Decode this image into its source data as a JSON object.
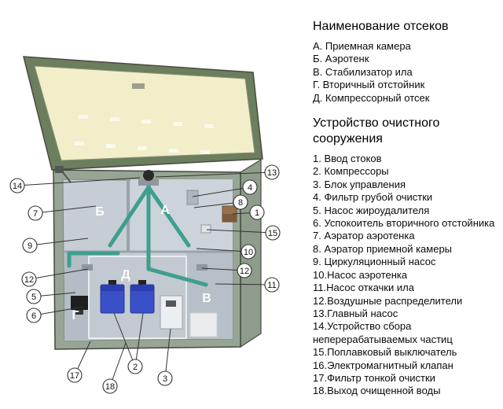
{
  "sections": {
    "compartments": {
      "title": "Наименование отсеков",
      "items": [
        "А. Приемная камера",
        "Б. Аэротенк",
        "В. Стабилизатор ила",
        "Г. Вторичный отстойник",
        "Д. Компрессорный отсек"
      ]
    },
    "device": {
      "title": "Устройство очистного сооружения",
      "items": [
        "1. Ввод стоков",
        "2. Компрессоры",
        "3. Блок управления",
        "4. Фильтр грубой очистки",
        "5. Насос жироудалителя",
        "6. Успокоитель вторичного отстойника",
        "7. Аэратор аэротенка",
        "8. Аэратор приемной камеры",
        "9. Циркуляционный насос",
        "10.Насос аэротенка",
        "11.Насос откачки ила",
        "12.Воздушные распределители",
        "13.Главный насос",
        "14.Устройство сбора неперерабатываемых частиц",
        "15.Поплавковый выключатель",
        "16.Электромагнитный клапан",
        "17.Фильтр тонкой очистки",
        "18.Выход очищенной воды"
      ]
    }
  },
  "diagram": {
    "letters": [
      "Б",
      "А",
      "Д",
      "В",
      "Г"
    ],
    "callouts": [
      "14",
      "7",
      "9",
      "12",
      "5",
      "6",
      "13",
      "4",
      "8",
      "1",
      "15",
      "10",
      "12",
      "11",
      "17",
      "18",
      "2",
      "3"
    ],
    "colors": {
      "lid_face": "#f1eec9",
      "lid_rim": "#6b7e5e",
      "tank_wall": "#97a595",
      "interior": "#c6cdd5",
      "pipe": "#3f9e8f",
      "compressor": "#3950c8"
    }
  }
}
